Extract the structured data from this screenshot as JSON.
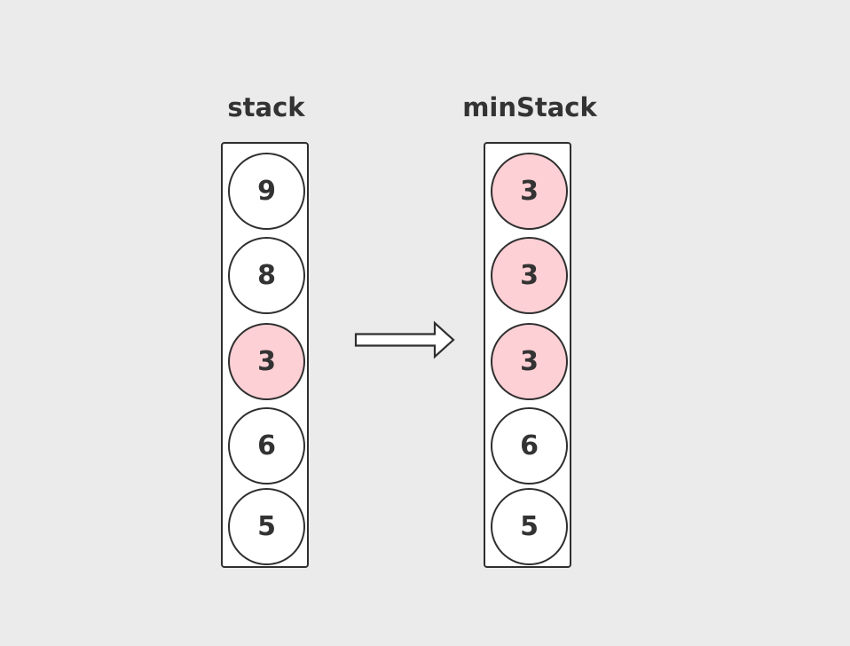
{
  "stacks": [
    {
      "title": "stack",
      "items": [
        {
          "value": "9",
          "highlighted": false
        },
        {
          "value": "8",
          "highlighted": false
        },
        {
          "value": "3",
          "highlighted": true
        },
        {
          "value": "6",
          "highlighted": false
        },
        {
          "value": "5",
          "highlighted": false
        }
      ]
    },
    {
      "title": "minStack",
      "items": [
        {
          "value": "3",
          "highlighted": true
        },
        {
          "value": "3",
          "highlighted": true
        },
        {
          "value": "3",
          "highlighted": true
        },
        {
          "value": "6",
          "highlighted": false
        },
        {
          "value": "5",
          "highlighted": false
        }
      ]
    }
  ],
  "colors": {
    "background": "#ebebeb",
    "highlight": "#fdd0d5",
    "stroke": "#2f2f2f",
    "text": "#333333"
  },
  "connector": {
    "icon": "right-arrow-icon"
  }
}
